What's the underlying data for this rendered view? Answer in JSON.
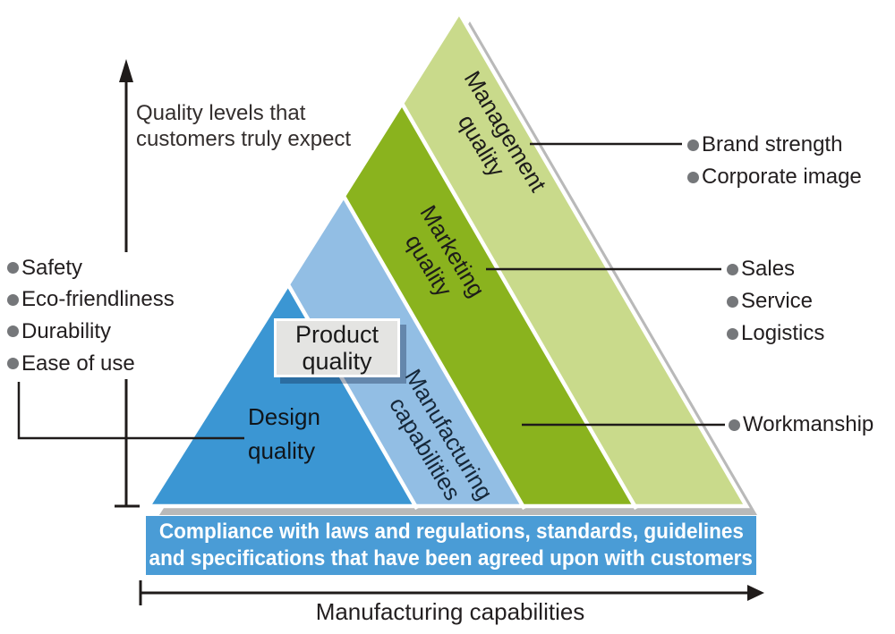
{
  "colors": {
    "band_design": "#3b96d3",
    "band_manufacturing": "#92bee4",
    "band_marketing": "#8ab31e",
    "band_management": "#c9da8b",
    "pyramid_shadow": "#b9b9b9",
    "compliance_bar": "#4a9cd6",
    "connector_line": "#1f1b1a",
    "bullet_dot": "#75777a",
    "product_box_fill": "#e4e4e2"
  },
  "y_axis": {
    "label_line1": "Quality levels that",
    "label_line2": "customers truly expect"
  },
  "x_axis": {
    "label": "Manufacturing capabilities"
  },
  "left_bullets": [
    "Safety",
    "Eco-friendliness",
    "Durability",
    "Ease of use"
  ],
  "right_bullets_top": [
    "Brand strength",
    "Corporate image"
  ],
  "right_bullets_mid": [
    "Sales",
    "Service",
    "Logistics"
  ],
  "right_bullets_bottom": [
    "Workmanship"
  ],
  "pyramid": {
    "bands": {
      "design": {
        "line1": "Design",
        "line2": "quality"
      },
      "manufacturing": {
        "line1": "Manufacturing",
        "line2": "capabilities"
      },
      "marketing": {
        "line1": "Marketing",
        "line2": "quality"
      },
      "management": {
        "line1": "Management",
        "line2": "quality"
      }
    }
  },
  "product_box": {
    "line1": "Product",
    "line2": "quality"
  },
  "compliance_bar": {
    "line1": "Compliance with laws and regulations, standards, guidelines",
    "line2": "and specifications that have been agreed upon with customers"
  }
}
